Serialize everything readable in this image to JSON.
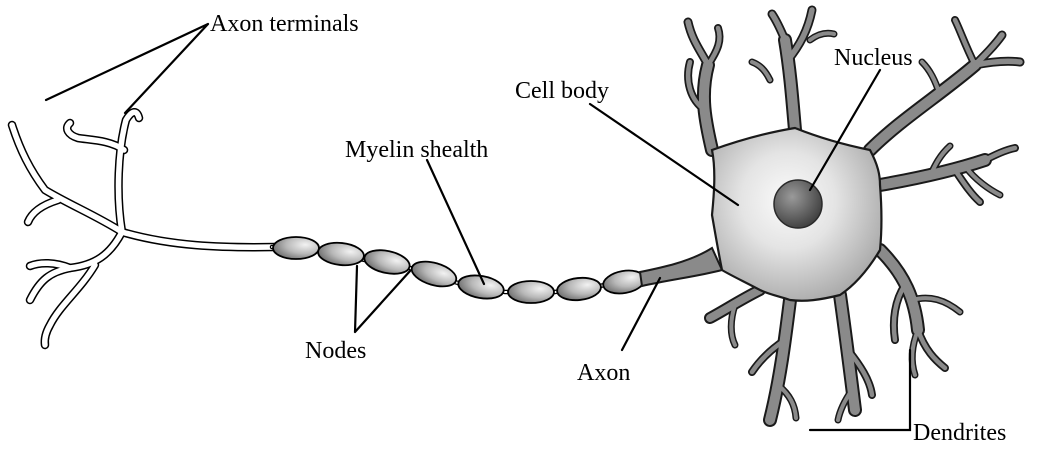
{
  "diagram": {
    "labels": {
      "axon_terminals": "Axon terminals",
      "nucleus": "Nucleus",
      "cell_body": "Cell body",
      "myelin_sheath": "Myelin shealth",
      "nodes": "Nodes",
      "axon": "Axon",
      "dendrites": "Dendrites"
    },
    "colors": {
      "outline": "#000000",
      "cell_fill": "#bdbdbd",
      "cell_highlight": "#f4f4f4",
      "dendrite": "#7f7f7f",
      "nucleus": "#5a5a5a",
      "myelin": "#a8a8a8"
    }
  }
}
